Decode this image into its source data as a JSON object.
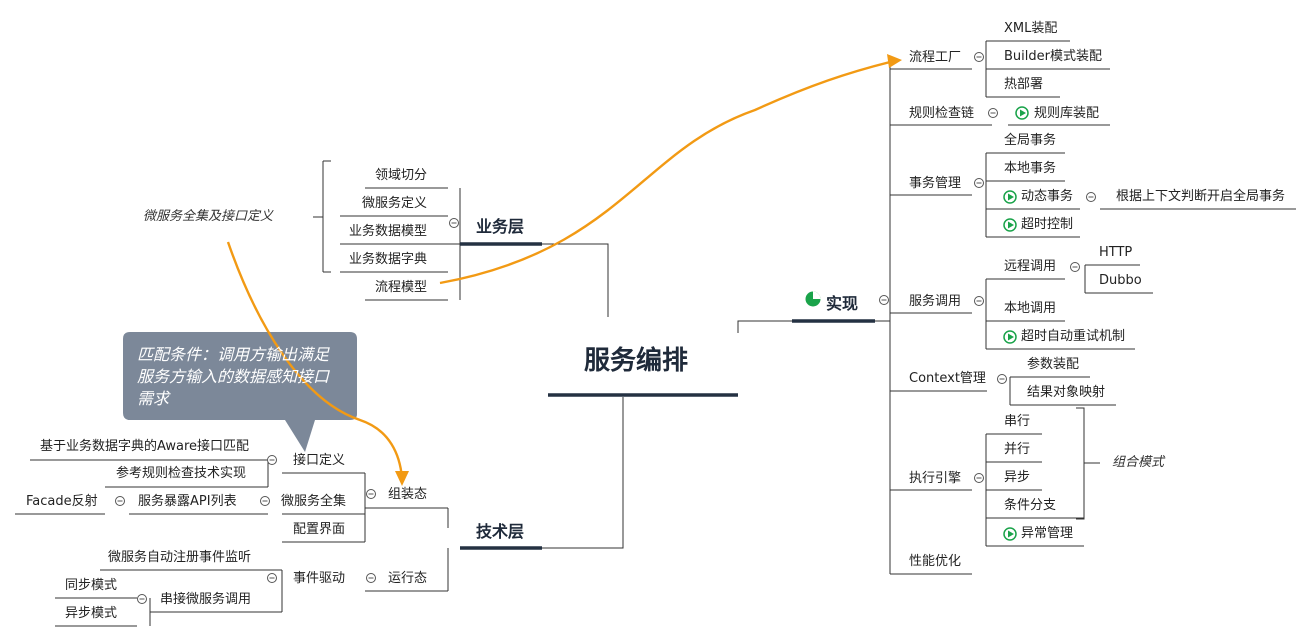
{
  "root": "服务编排",
  "business": {
    "title": "业务层",
    "items": [
      "领域切分",
      "微服务定义",
      "业务数据模型",
      "业务数据字典",
      "流程模型"
    ],
    "summary": "微服务全集及接口定义"
  },
  "tech": {
    "title": "技术层",
    "assembly": {
      "label": "组装态",
      "interface": "接口定义",
      "interface_children": [
        "基于业务数据字典的Aware接口匹配",
        "参考规则检查技术实现"
      ],
      "microservices": "微服务全集",
      "api_list": "服务暴露API列表",
      "facade": "Facade反射",
      "config": "配置界面"
    },
    "runtime": {
      "label": "运行态",
      "event": "事件驱动",
      "auto_register": "微服务自动注册事件监听",
      "chain": "串接微服务调用",
      "sync": "同步模式",
      "async": "异步模式"
    }
  },
  "callout": {
    "lines": [
      "匹配条件：调用方输出满足",
      "服务方输入的数据感知接口",
      "需求"
    ]
  },
  "impl": {
    "title": "实现",
    "flow_factory": "流程工厂",
    "flow_children": [
      "XML装配",
      "Builder模式装配",
      "热部署"
    ],
    "rule_chain": "规则检查链",
    "rule_lib": "规则库装配",
    "tx": "事务管理",
    "tx_children": [
      "全局事务",
      "本地事务",
      "动态事务",
      "超时控制"
    ],
    "dyn_tx_note": "根据上下文判断开启全局事务",
    "svc_call": "服务调用",
    "remote": "远程调用",
    "remote_children": [
      "HTTP",
      "Dubbo"
    ],
    "local": "本地调用",
    "retry": "超时自动重试机制",
    "ctx": "Context管理",
    "ctx_children": [
      "参数装配",
      "结果对象映射"
    ],
    "engine": "执行引擎",
    "engine_children": [
      "串行",
      "并行",
      "异步",
      "条件分支",
      "异常管理"
    ],
    "combo": "组合模式",
    "perf": "性能优化"
  },
  "colors": {
    "line": "#333333",
    "thick": "#243142",
    "arrow": "#f29a14",
    "callout_bg": "#7c8899",
    "play": "#1aa34a"
  }
}
